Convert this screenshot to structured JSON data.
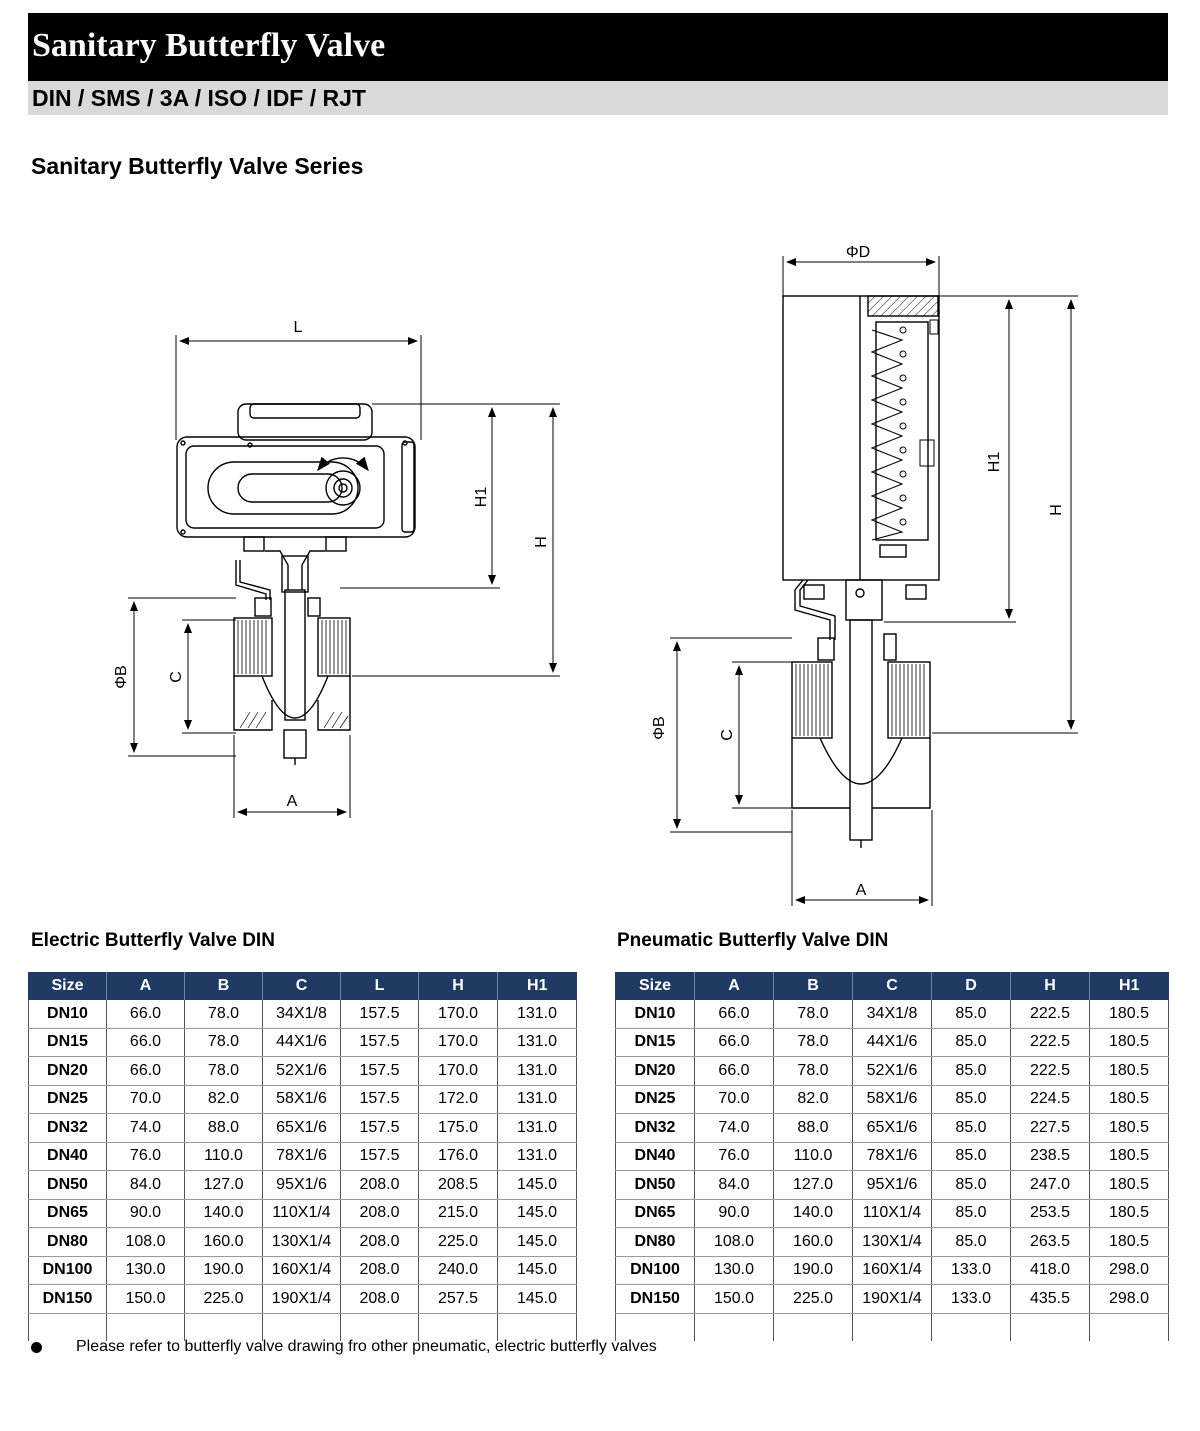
{
  "header": {
    "title": "Sanitary Butterfly Valve",
    "standards": "DIN / SMS / 3A / ISO / IDF / RJT"
  },
  "series_title": "Sanitary Butterfly Valve Series",
  "drawing_left": {
    "labels": {
      "L": "L",
      "H1": "H1",
      "H": "H",
      "B": "ΦB",
      "C": "C",
      "A": "A"
    }
  },
  "drawing_right": {
    "labels": {
      "D": "ΦD",
      "H1": "H1",
      "H": "H",
      "B": "ΦB",
      "C": "C",
      "A": "A"
    }
  },
  "electric_table": {
    "title": "Electric Butterfly Valve DIN",
    "columns": [
      "Size",
      "A",
      "B",
      "C",
      "L",
      "H",
      "H1"
    ],
    "rows": [
      [
        "DN10",
        "66.0",
        "78.0",
        "34X1/8",
        "157.5",
        "170.0",
        "131.0"
      ],
      [
        "DN15",
        "66.0",
        "78.0",
        "44X1/6",
        "157.5",
        "170.0",
        "131.0"
      ],
      [
        "DN20",
        "66.0",
        "78.0",
        "52X1/6",
        "157.5",
        "170.0",
        "131.0"
      ],
      [
        "DN25",
        "70.0",
        "82.0",
        "58X1/6",
        "157.5",
        "172.0",
        "131.0"
      ],
      [
        "DN32",
        "74.0",
        "88.0",
        "65X1/6",
        "157.5",
        "175.0",
        "131.0"
      ],
      [
        "DN40",
        "76.0",
        "110.0",
        "78X1/6",
        "157.5",
        "176.0",
        "131.0"
      ],
      [
        "DN50",
        "84.0",
        "127.0",
        "95X1/6",
        "208.0",
        "208.5",
        "145.0"
      ],
      [
        "DN65",
        "90.0",
        "140.0",
        "110X1/4",
        "208.0",
        "215.0",
        "145.0"
      ],
      [
        "DN80",
        "108.0",
        "160.0",
        "130X1/4",
        "208.0",
        "225.0",
        "145.0"
      ],
      [
        "DN100",
        "130.0",
        "190.0",
        "160X1/4",
        "208.0",
        "240.0",
        "145.0"
      ],
      [
        "DN150",
        "150.0",
        "225.0",
        "190X1/4",
        "208.0",
        "257.5",
        "145.0"
      ]
    ]
  },
  "pneumatic_table": {
    "title": "Pneumatic Butterfly Valve DIN",
    "columns": [
      "Size",
      "A",
      "B",
      "C",
      "D",
      "H",
      "H1"
    ],
    "rows": [
      [
        "DN10",
        "66.0",
        "78.0",
        "34X1/8",
        "85.0",
        "222.5",
        "180.5"
      ],
      [
        "DN15",
        "66.0",
        "78.0",
        "44X1/6",
        "85.0",
        "222.5",
        "180.5"
      ],
      [
        "DN20",
        "66.0",
        "78.0",
        "52X1/6",
        "85.0",
        "222.5",
        "180.5"
      ],
      [
        "DN25",
        "70.0",
        "82.0",
        "58X1/6",
        "85.0",
        "224.5",
        "180.5"
      ],
      [
        "DN32",
        "74.0",
        "88.0",
        "65X1/6",
        "85.0",
        "227.5",
        "180.5"
      ],
      [
        "DN40",
        "76.0",
        "110.0",
        "78X1/6",
        "85.0",
        "238.5",
        "180.5"
      ],
      [
        "DN50",
        "84.0",
        "127.0",
        "95X1/6",
        "85.0",
        "247.0",
        "180.5"
      ],
      [
        "DN65",
        "90.0",
        "140.0",
        "110X1/4",
        "85.0",
        "253.5",
        "180.5"
      ],
      [
        "DN80",
        "108.0",
        "160.0",
        "130X1/4",
        "85.0",
        "263.5",
        "180.5"
      ],
      [
        "DN100",
        "130.0",
        "190.0",
        "160X1/4",
        "133.0",
        "418.0",
        "298.0"
      ],
      [
        "DN150",
        "150.0",
        "225.0",
        "190X1/4",
        "133.0",
        "435.5",
        "298.0"
      ]
    ]
  },
  "note": "Please refer to butterfly valve drawing fro other pneumatic, electric butterfly valves"
}
